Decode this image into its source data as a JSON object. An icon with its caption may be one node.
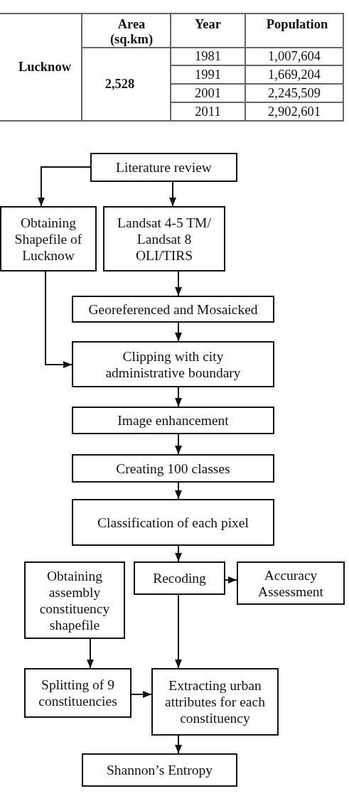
{
  "diagram": {
    "nodes": [
      {
        "text": [
          "Literature review"
        ]
      },
      {
        "text": [
          "Obtaining Shapefile of Lucknow"
        ]
      },
      {
        "text": [
          "Landsat 4-5 TM/ Landsat 8 OLI/TIRS"
        ]
      },
      {
        "text": [
          "Georeferenced and Mosaicked"
        ]
      },
      {
        "text": [
          "Clipping with city administrative boundary"
        ]
      },
      {
        "text": [
          "Image enhancement"
        ]
      },
      {
        "text": [
          "Creating 100 classes"
        ]
      },
      {
        "text": [
          "Classification of each pixel"
        ]
      },
      {
        "text": [
          "Obtaining assembly constituency shapefile"
        ]
      },
      {
        "text": [
          "Recoding"
        ]
      },
      {
        "text": [
          "Accuracy Assessment"
        ]
      },
      {
        "text": [
          "Splitting of 9 constituencies"
        ]
      },
      {
        "text": [
          "Extracting urban attributes for each constituency"
        ]
      },
      {
        "text": [
          "Shannon’s Entropy"
        ]
      }
    ],
    "edges": [
      {
        "from": 0,
        "to": 1,
        "arrow": "to"
      },
      {
        "from": 0,
        "to": 2,
        "arrow": "to"
      },
      {
        "from": 2,
        "to": 3,
        "arrow": "to"
      },
      {
        "from": 1,
        "to": 4,
        "arrow": "to"
      },
      {
        "from": 3,
        "to": 4,
        "arrow": "to"
      },
      {
        "from": 4,
        "to": 5,
        "arrow": "to"
      },
      {
        "from": 5,
        "to": 6,
        "arrow": "to"
      },
      {
        "from": 6,
        "to": 7,
        "arrow": "to"
      },
      {
        "from": 7,
        "to": 9,
        "arrow": "to"
      },
      {
        "from": 9,
        "to": 10,
        "arrow": "to"
      },
      {
        "from": 9,
        "to": 12,
        "arrow": "to"
      },
      {
        "from": 8,
        "to": 11,
        "arrow": "to"
      },
      {
        "from": 11,
        "to": 12,
        "arrow": "to"
      },
      {
        "from": 12,
        "to": 13,
        "arrow": "to"
      }
    ],
    "labels": [
      "Lucknow",
      "Area (sq.km)",
      "Year",
      "Population",
      "2,528",
      "1981",
      "1,007,604",
      "1991",
      "1,669,204",
      "2001",
      "2,245,509",
      "2011",
      "2,902,601"
    ]
  }
}
